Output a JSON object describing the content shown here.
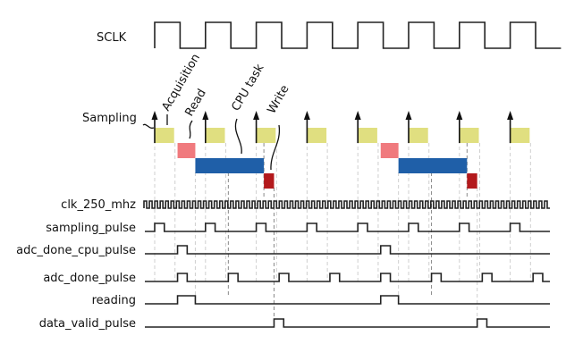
{
  "diagram": {
    "title": "ADC sampling timing diagram",
    "colors": {
      "acquisition": "#e0df80",
      "read": "#f07a7e",
      "cpu_task": "#1f5fa8",
      "write": "#b3191c",
      "signal": "#222222"
    },
    "sclk": {
      "label": "SCLK",
      "cycles": 8
    },
    "sampling": {
      "label": "Sampling",
      "events": 8,
      "annotations": [
        {
          "id": "acquisition",
          "text": "Acquisition"
        },
        {
          "id": "read",
          "text": "Read"
        },
        {
          "id": "cpu_task",
          "text": "CPU task"
        },
        {
          "id": "write",
          "text": "Write"
        }
      ]
    },
    "timeline": {
      "period_units": 10,
      "acquisition_blocks": [
        [
          0,
          4
        ],
        [
          10,
          14
        ],
        [
          20,
          24
        ],
        [
          30,
          34
        ],
        [
          40,
          44
        ],
        [
          50,
          54
        ],
        [
          60,
          64
        ],
        [
          70,
          74
        ]
      ],
      "read_blocks": [
        [
          4.5,
          8
        ]
      ],
      "read_blocks_2": [
        [
          44.5,
          48
        ]
      ],
      "cpu_blocks": [
        [
          8,
          21.5
        ],
        [
          48,
          61.5
        ]
      ],
      "write_blocks": [
        [
          21.5,
          23.5
        ],
        [
          61.5,
          63.5
        ]
      ]
    },
    "signals": [
      {
        "name": "clk_250_mhz",
        "type": "clock",
        "half_periods": 150
      },
      {
        "name": "sampling_pulse",
        "type": "pulses",
        "pulses": [
          0,
          10,
          20,
          30,
          40,
          50,
          60,
          70
        ]
      },
      {
        "name": "adc_done_cpu_pulse",
        "type": "pulses",
        "pulses": [
          4.5,
          44.5
        ]
      },
      {
        "name": "adc_done_pulse",
        "type": "pulses",
        "pulses": [
          4.5,
          14.5,
          24.5,
          34.5,
          44.5,
          54.5,
          64.5,
          74.5
        ]
      },
      {
        "name": "reading",
        "type": "levels",
        "high": [
          [
            4.5,
            8
          ],
          [
            44.5,
            48
          ]
        ]
      },
      {
        "name": "data_valid_pulse",
        "type": "pulses",
        "pulses": [
          23.5,
          63.5
        ]
      }
    ]
  }
}
